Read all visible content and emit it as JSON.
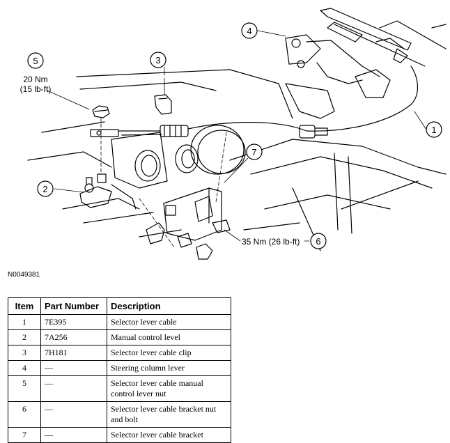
{
  "figure_id": "N0049381",
  "callouts": [
    {
      "num": "1"
    },
    {
      "num": "2"
    },
    {
      "num": "3"
    },
    {
      "num": "4"
    },
    {
      "num": "5",
      "torque_nm": "20 Nm",
      "torque_lbft": "(15 lb-ft)"
    },
    {
      "num": "6",
      "torque": "35 Nm (26 lb-ft)"
    },
    {
      "num": "7"
    }
  ],
  "table": {
    "headers": [
      "Item",
      "Part Number",
      "Description"
    ],
    "rows": [
      {
        "item": "1",
        "part": "7E395",
        "desc": "Selector lever cable"
      },
      {
        "item": "2",
        "part": "7A256",
        "desc": "Manual control level"
      },
      {
        "item": "3",
        "part": "7H181",
        "desc": "Selector lever cable clip"
      },
      {
        "item": "4",
        "part": "—",
        "desc": "Steering column lever"
      },
      {
        "item": "5",
        "part": "—",
        "desc": "Selector lever cable manual control lever nut"
      },
      {
        "item": "6",
        "part": "—",
        "desc": "Selector lever cable bracket nut and bolt"
      },
      {
        "item": "7",
        "part": "—",
        "desc": "Selector lever cable bracket"
      }
    ]
  }
}
